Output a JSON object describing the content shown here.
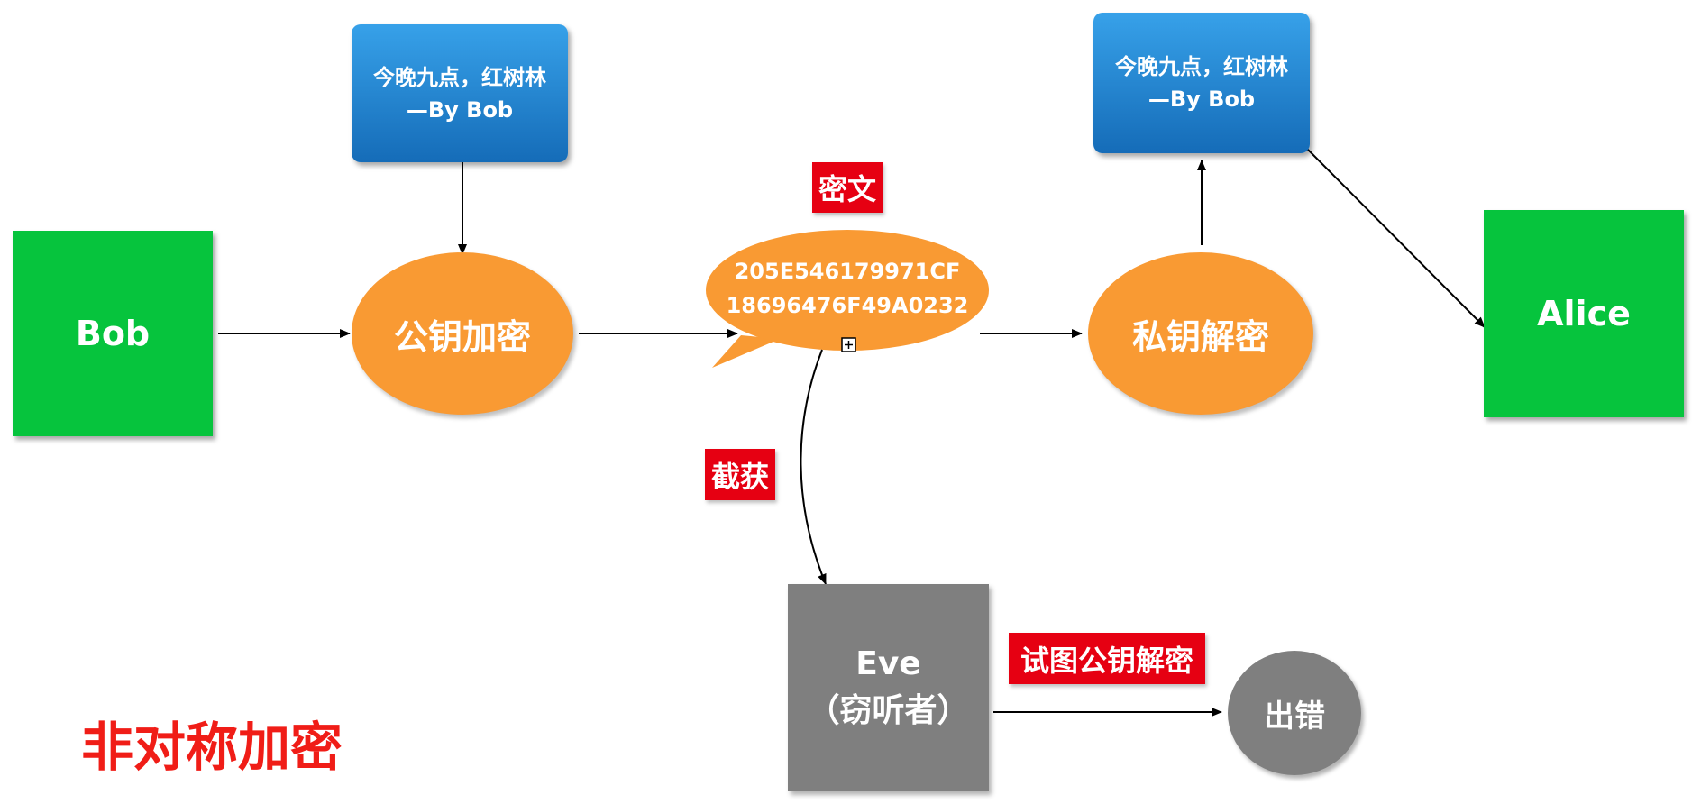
{
  "nodes": {
    "bob": "Bob",
    "encrypt": "公钥加密",
    "note_left": {
      "line1": "今晚九点，红树林",
      "line2": "—By Bob"
    },
    "note_right": {
      "line1": "今晚九点，红树林",
      "line2": "—By Bob"
    },
    "ciphertext": {
      "line1": "205E546179971CF",
      "line2": "18696476F49A0232"
    },
    "decrypt": "私钥解密",
    "alice": "Alice",
    "eve": {
      "line1": "Eve",
      "line2": "（窃听者）"
    },
    "error": "出错"
  },
  "labels": {
    "ciphertext_tag": "密文",
    "intercept_tag": "截获",
    "try_tag": "试图公钥解密"
  },
  "title": "非对称加密",
  "colors": {
    "green": "#06c43d",
    "orange": "#f99a33",
    "blue_top": "#37a1e9",
    "blue_bottom": "#156cb8",
    "gray": "#7f7f7f",
    "red": "#e60012"
  }
}
